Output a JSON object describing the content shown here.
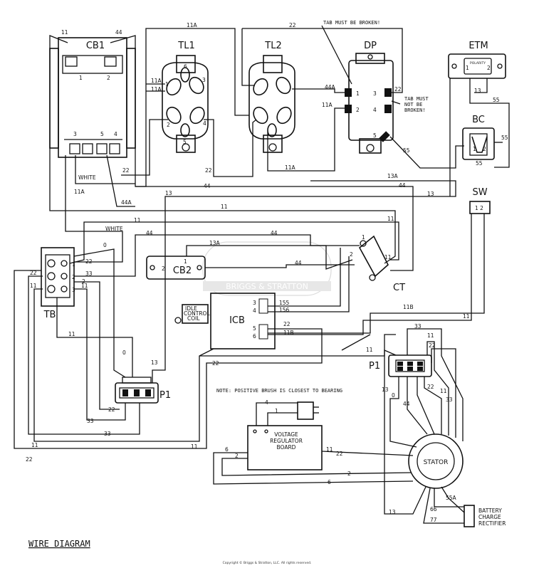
{
  "title": "WIRE DIAGRAM",
  "copyright": "Copyright © Briggs & Stratton, LLC. All rights reserved.",
  "watermark": "BRIGGS & STRATTON",
  "notes": {
    "tab_broken": "TAB MUST BE BROKEN!",
    "tab_not_broken_1": "TAB MUST",
    "tab_not_broken_2": "NOT BE",
    "tab_not_broken_3": "BROKEN!",
    "positive_brush": "NOTE: POSITIVE BRUSH IS CLOSEST TO BEARING"
  },
  "components": {
    "cb1": "CB1",
    "tl1": "TL1",
    "tl2": "TL2",
    "dp": "DP",
    "etm": "ETM",
    "etm_label": "POLARITY",
    "bc": "BC",
    "sw": "SW",
    "tb": "TB",
    "cb2": "CB2",
    "ct": "CT",
    "icb": "ICB",
    "idle_1": "IDLE",
    "idle_2": "CONTROL",
    "idle_3": "COIL",
    "p1_left": "P1",
    "p1_right": "P1",
    "vr_1": "VOLTAGE",
    "vr_2": "REGULATOR",
    "vr_3": "BOARD",
    "stator": "STATOR",
    "bcr_1": "BATTERY",
    "bcr_2": "CHARGE",
    "bcr_3": "RECTIFIER"
  },
  "wire_labels": {
    "w11": "11",
    "w11a": "11A",
    "w11b": "11B",
    "w13": "13",
    "w13a": "13A",
    "w22": "22",
    "w33": "33",
    "w44": "44",
    "w44a": "44A",
    "w55": "55",
    "w55a": "55A",
    "w66": "66",
    "w77": "77",
    "w0": "0",
    "w2": "2",
    "w4": "4",
    "w1": "1",
    "w6": "6",
    "w155": "155",
    "w156": "156",
    "white": "WHITE"
  },
  "pins": {
    "p1": "1",
    "p2": "2",
    "p3": "3",
    "p4": "4",
    "p5": "5",
    "p6": "6",
    "p12": "1 2"
  }
}
